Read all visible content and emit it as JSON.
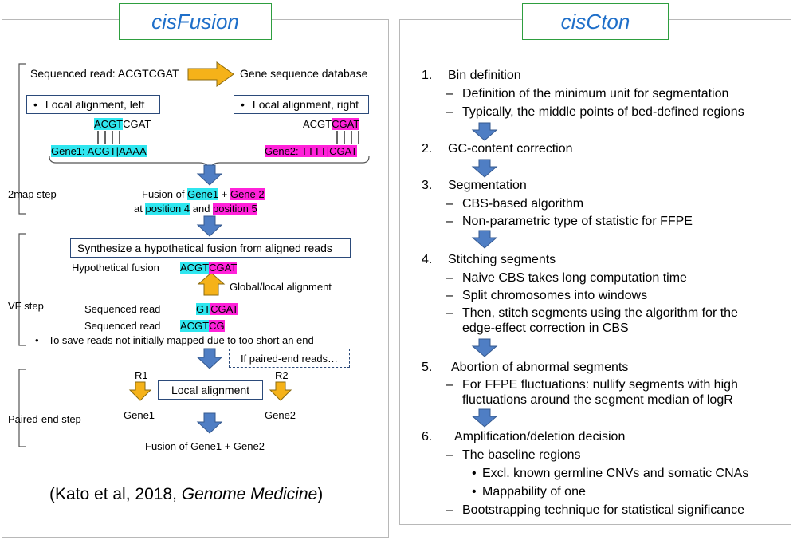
{
  "left": {
    "title": "cisFusion",
    "seq_read": "Sequenced read: ACGTCGAT",
    "gene_db": "Gene sequence database",
    "local_left": "Local alignment, left",
    "local_right": "Local alignment, right",
    "bullet": "•",
    "left_read": {
      "hl": "ACGT",
      "rest": "CGAT"
    },
    "left_gene": "Gene1: ACGT|AAAA",
    "right_read": {
      "rest": "ACGT",
      "hl": "CGAT"
    },
    "right_gene": "Gene2: TTTT|CGAT",
    "step_2map": "2map step",
    "fusion_line1": {
      "a": "Fusion of ",
      "g1": "Gene1",
      "b": " + ",
      "g2": "Gene 2"
    },
    "fusion_line2": {
      "a": "at ",
      "p1": "position 4",
      "b": " and ",
      "p2": "position 5"
    },
    "synth": "Synthesize a hypothetical fusion from aligned reads",
    "hyp_label": "Hypothetical fusion",
    "hyp_a": "ACGT",
    "hyp_b": "CGAT",
    "global_local": "Global/local alignment",
    "step_vf": "VF step",
    "seqread1_label": "Sequenced read",
    "seqread1_a": "GT",
    "seqread1_b": "CGAT",
    "seqread2_label": "Sequenced read",
    "seqread2_a": "ACGT",
    "seqread2_b": "CG",
    "save_reads": "To save reads not initially mapped due to too short an end",
    "paired_if": "If paired-end reads…",
    "r1": "R1",
    "r2": "R2",
    "local_alignment": "Local alignment",
    "gene1": "Gene1",
    "gene2": "Gene2",
    "step_paired": "Paired-end step",
    "fusion_final": "Fusion of Gene1 + Gene2",
    "citation_pre": "(Kato et al, 2018, ",
    "citation_journal": "Genome Medicine",
    "citation_post": ")"
  },
  "right": {
    "title": "cisCton",
    "items": [
      {
        "num": "1.",
        "label": "Bin definition"
      },
      {
        "num": "2.",
        "label": "GC-content correction"
      },
      {
        "num": "3.",
        "label": "Segmentation"
      },
      {
        "num": "4.",
        "label": "Stitching segments"
      },
      {
        "num": "5.",
        "label": "Abortion of abnormal segments"
      },
      {
        "num": "6.",
        "label": "Amplification/deletion decision"
      }
    ],
    "dash": "–",
    "sub1a": "Definition of the minimum unit for segmentation",
    "sub1b": "Typically, the middle points of bed-defined regions",
    "sub3a": "CBS-based algorithm",
    "sub3b": "Non-parametric type of statistic for FFPE",
    "sub4a": "Naive CBS takes long computation time",
    "sub4b": "Split chromosomes into windows",
    "sub4c1": "Then, stitch segments using the algorithm for the",
    "sub4c2": "edge-effect correction in CBS",
    "sub5a1": "For FFPE fluctuations: nullify segments with high",
    "sub5a2": "fluctuations around the segment median of logR",
    "sub6a": "The baseline regions",
    "sub6a_i": "Excl. known germline CNVs and somatic CNAs",
    "sub6a_ii": "Mappability of one",
    "sub6b": "Bootstrapping technique for statistical significance"
  }
}
